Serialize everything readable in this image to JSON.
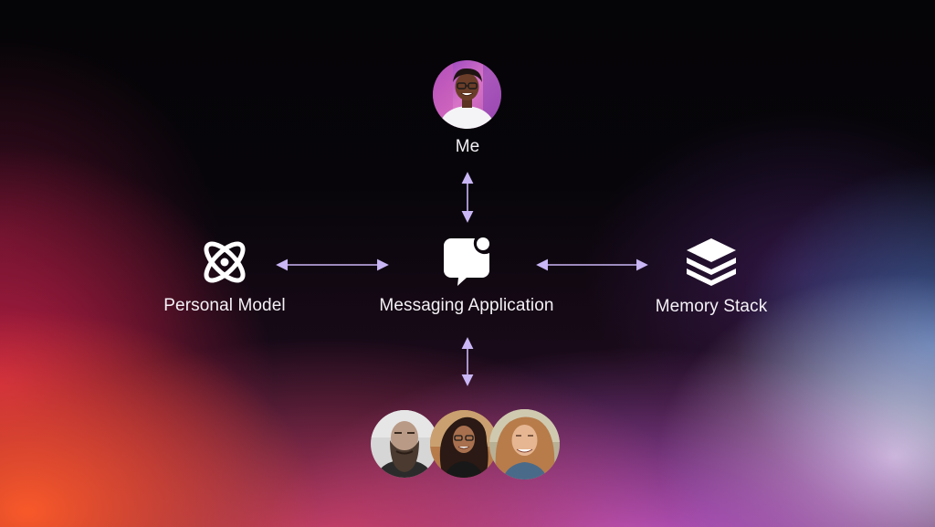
{
  "nodes": {
    "me": {
      "label": "Me"
    },
    "personal_model": {
      "label": "Personal Model",
      "icon": "atom-icon"
    },
    "messaging_application": {
      "label": "Messaging Application",
      "icon": "chat-notification-icon"
    },
    "memory_stack": {
      "label": "Memory Stack",
      "icon": "layers-stack-icon"
    },
    "contacts": {
      "avatars": [
        "contact-avatar-bearded-man",
        "contact-avatar-woman-glasses",
        "contact-avatar-woman-curly-hair"
      ]
    }
  },
  "edges": [
    {
      "from": "me",
      "to": "messaging_application",
      "direction": "bidirectional"
    },
    {
      "from": "personal_model",
      "to": "messaging_application",
      "direction": "bidirectional"
    },
    {
      "from": "messaging_application",
      "to": "memory_stack",
      "direction": "bidirectional"
    },
    {
      "from": "messaging_application",
      "to": "contacts",
      "direction": "bidirectional"
    }
  ],
  "colors": {
    "arrow": "#c9b6f5",
    "label": "#f4f1f6",
    "icon": "#ffffff"
  }
}
